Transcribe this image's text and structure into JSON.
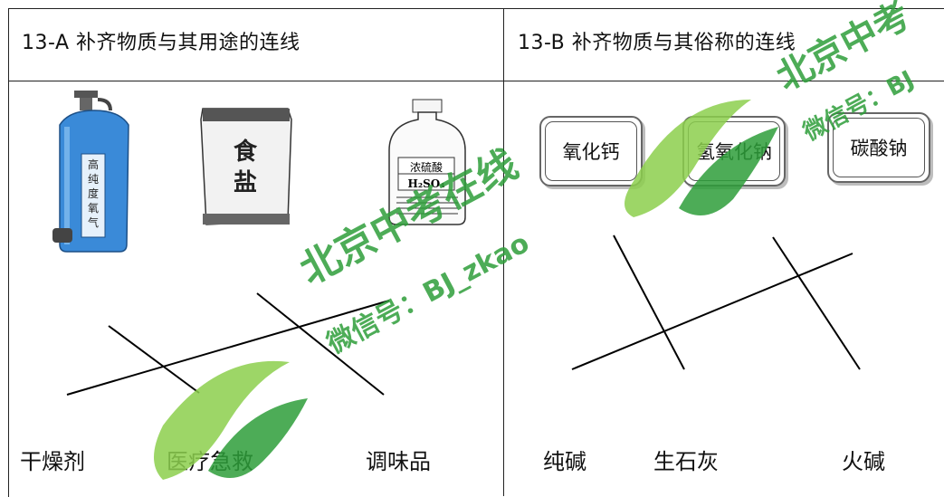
{
  "section_a": {
    "title": "13-A 补齐物质与其用途的连线",
    "images": [
      {
        "name": "oxygen-cylinder",
        "label_chars": [
          "高",
          "纯",
          "度",
          "氧",
          "气"
        ]
      },
      {
        "name": "salt-bag",
        "label_chars": [
          "食",
          "盐"
        ]
      },
      {
        "name": "acid-bottle",
        "label_top": "浓硫酸",
        "label_formula": "H₂SO₄"
      }
    ],
    "uses": [
      "干燥剂",
      "医疗急救",
      "调味品"
    ]
  },
  "section_b": {
    "title": "13-B  补齐物质与其俗称的连线",
    "substances": [
      "氧化钙",
      "氢氧化钠",
      "碳酸钠"
    ],
    "common_names": [
      "纯碱",
      "生石灰",
      "火碱"
    ]
  },
  "watermark": {
    "line1": "北京中考在线",
    "line2": "微信号：BJ_zkao",
    "corner_line1": "北京中考",
    "corner_line2": "微信号：BJ",
    "color": "#2e9e3a"
  }
}
